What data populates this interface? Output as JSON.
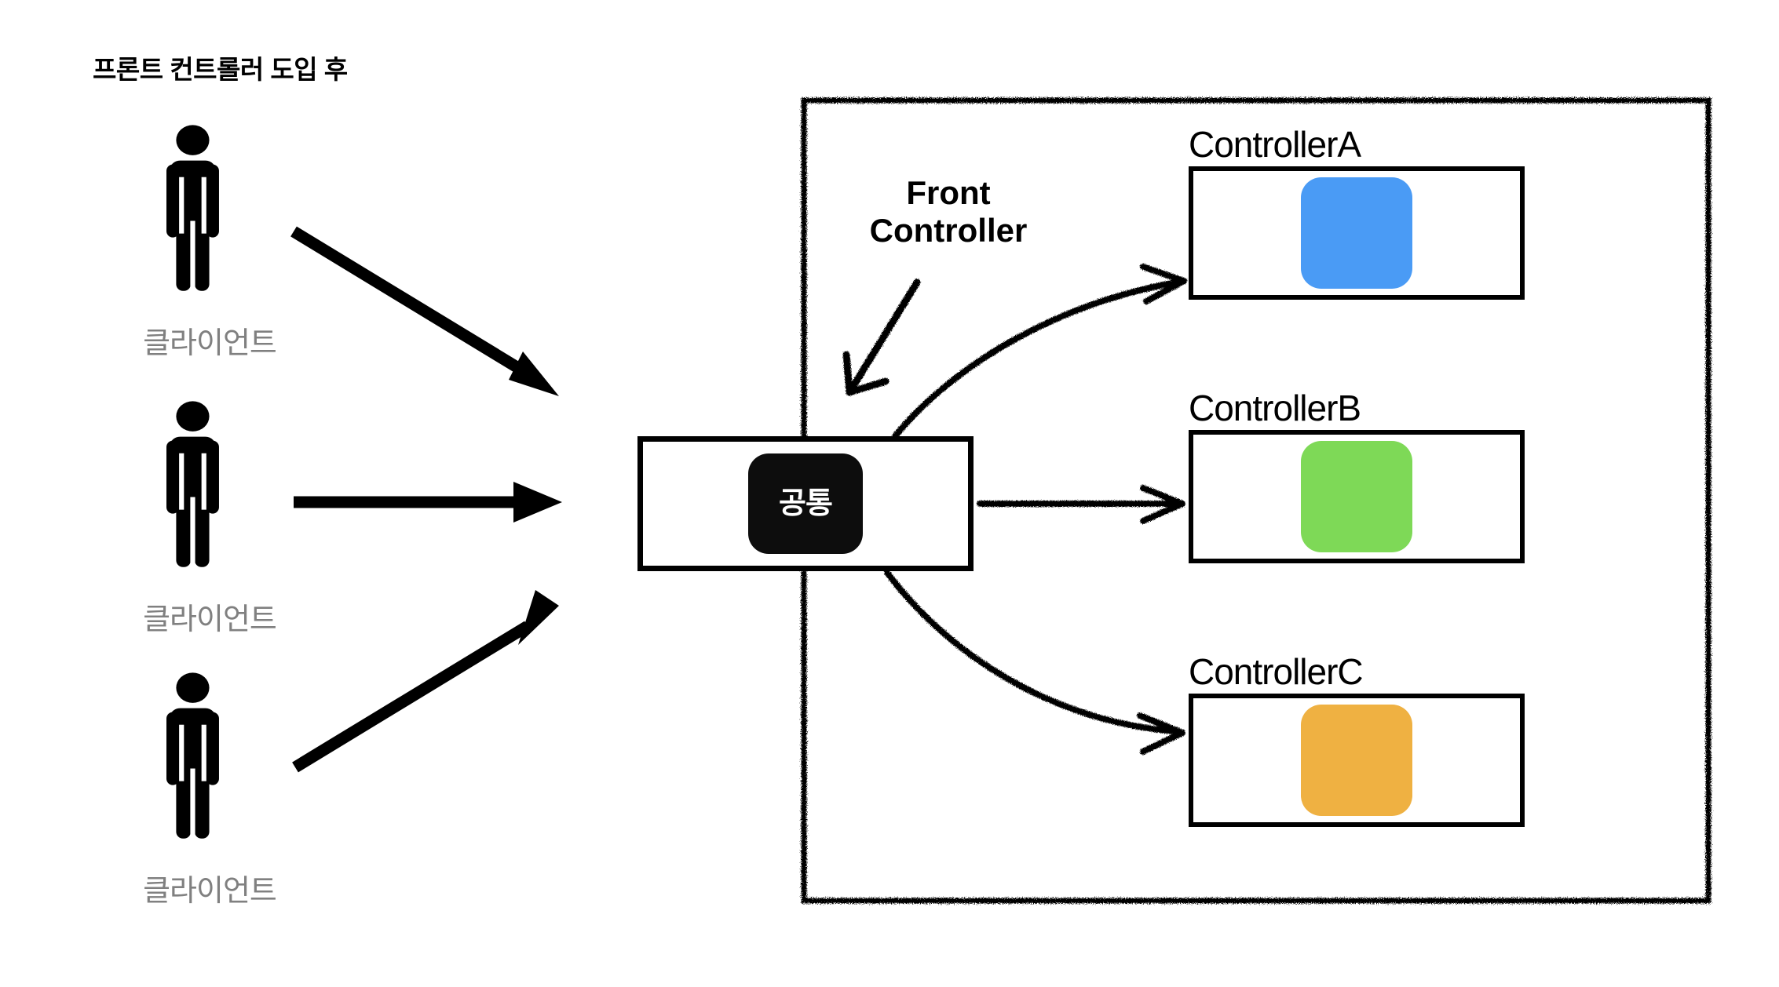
{
  "diagram": {
    "title": "프론트 컨트롤러 도입 후",
    "type": "architecture-flow-diagram"
  },
  "clients": [
    {
      "label": "클라이언트",
      "icon": "person-icon"
    },
    {
      "label": "클라이언트",
      "icon": "person-icon"
    },
    {
      "label": "클라이언트",
      "icon": "person-icon"
    }
  ],
  "front_controller": {
    "annotation": "Front",
    "annotation_line2": "Controller",
    "common_label": "공통",
    "common_chip_color": "#0d0d0d",
    "common_text_color": "#ffffff"
  },
  "controllers": [
    {
      "name": "ControllerA",
      "color": "#4a9bf5"
    },
    {
      "name": "ControllerB",
      "color": "#7ed957"
    },
    {
      "name": "ControllerC",
      "color": "#efb142"
    }
  ],
  "colors": {
    "background": "#ffffff",
    "stroke": "#000000",
    "client_label": "#808080",
    "blue": "#4a9bf5",
    "green": "#7ed957",
    "orange": "#efb142",
    "chip_black": "#0d0d0d"
  },
  "flows": [
    {
      "from": "클라이언트",
      "to": "공통",
      "style": "thick-solid"
    },
    {
      "from": "클라이언트",
      "to": "공통",
      "style": "thick-solid"
    },
    {
      "from": "클라이언트",
      "to": "공통",
      "style": "thick-solid"
    },
    {
      "from": "공통",
      "to": "ControllerA",
      "style": "sketch-curve"
    },
    {
      "from": "공통",
      "to": "ControllerB",
      "style": "sketch-straight"
    },
    {
      "from": "공통",
      "to": "ControllerC",
      "style": "sketch-curve"
    }
  ]
}
